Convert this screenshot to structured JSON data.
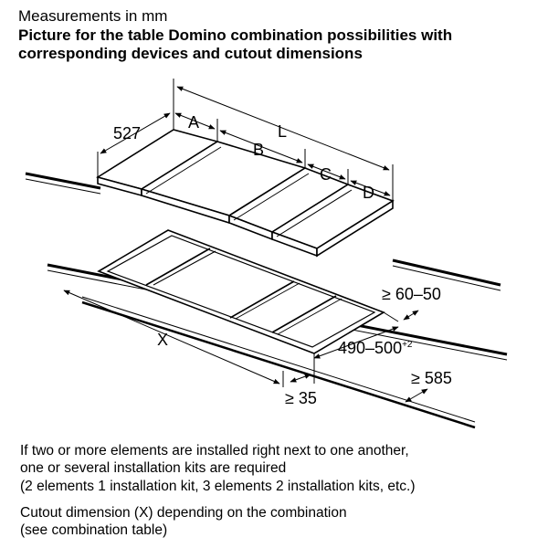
{
  "header": {
    "units": "Measurements in mm",
    "title_line1": "Picture for the table Domino combination possibilities with",
    "title_line2": "corresponding devices and cutout dimensions"
  },
  "diagram": {
    "depth": "527",
    "width_A": "A",
    "width_B": "B",
    "width_C": "C",
    "width_D": "D",
    "total_L": "L",
    "back_clearance": "≥ 60–50",
    "cutout_depth": "490–500",
    "cutout_depth_tolerance": "+2",
    "worktop_depth": "≥ 585",
    "cutout_X": "X",
    "front_clearance": "≥ 35"
  },
  "notes": {
    "line1": "If two or more elements are installed right  next to one another,",
    "line2": "one or several installation kits are required",
    "line3": "(2 elements 1 installation kit, 3 elements 2 installation kits, etc.)",
    "line4": "Cutout dimension (X) depending on the combination",
    "line5": "(see combination table)"
  }
}
